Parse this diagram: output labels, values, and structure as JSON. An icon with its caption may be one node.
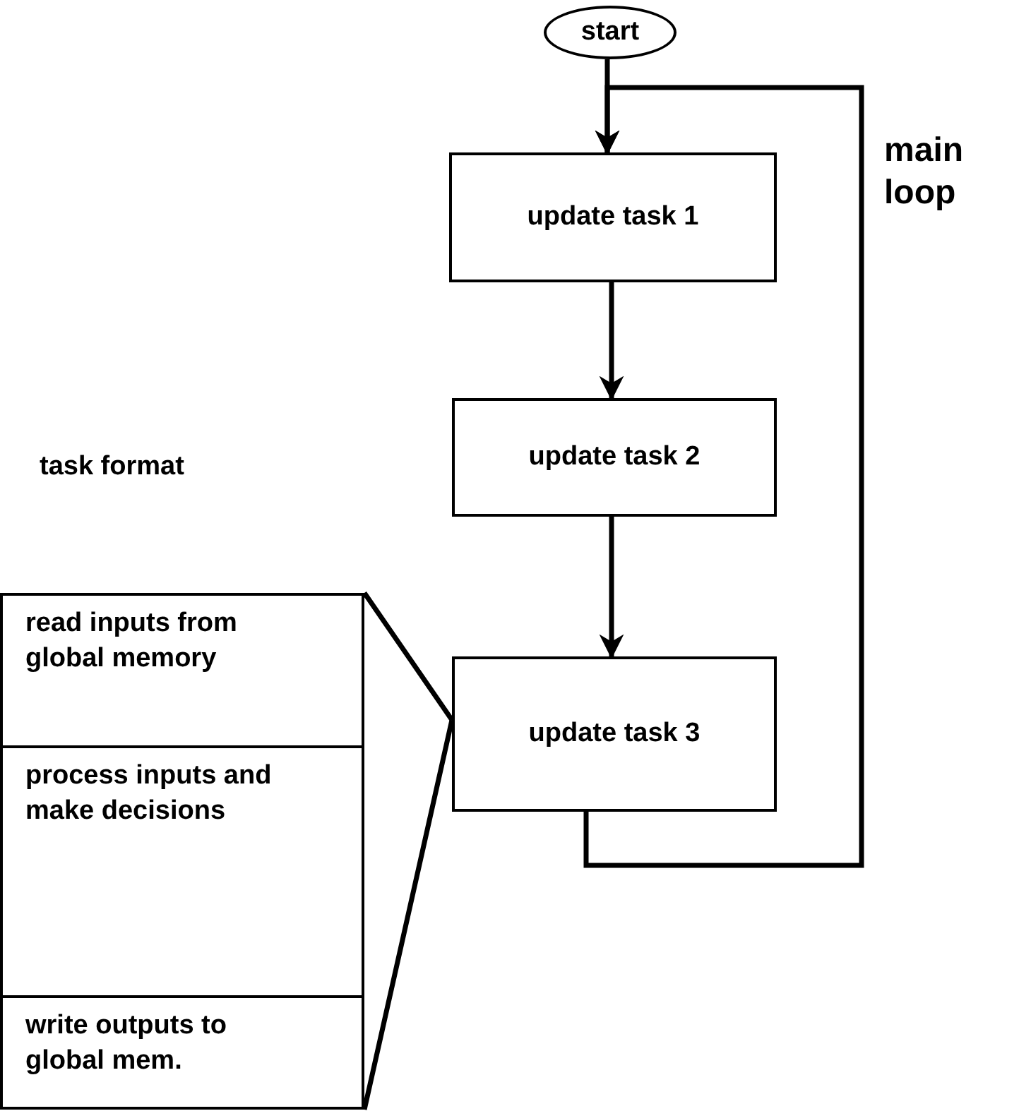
{
  "diagram": {
    "nodes": [
      {
        "text": [
          "start"
        ]
      },
      {
        "text": [
          "update task 1"
        ]
      },
      {
        "text": [
          "update task 2"
        ]
      },
      {
        "text": [
          "update task 3"
        ]
      },
      {
        "text": [
          "task format"
        ]
      },
      {
        "text": [
          "read inputs from global memory"
        ],
        "in": 4
      },
      {
        "text": [
          "process inputs and make decisions"
        ],
        "in": 4
      },
      {
        "text": [
          "write outputs to global mem."
        ],
        "in": 4
      }
    ],
    "edges": [
      {
        "from": 0,
        "to": 1,
        "arrow": "to"
      },
      {
        "from": 1,
        "to": 2,
        "arrow": "to"
      },
      {
        "from": 2,
        "to": 3,
        "arrow": "to"
      },
      {
        "from": 3,
        "to": 1,
        "arrow": "to"
      },
      {
        "from": 4,
        "to": 3,
        "arrow": "none"
      }
    ],
    "labels": [
      "main loop"
    ]
  }
}
